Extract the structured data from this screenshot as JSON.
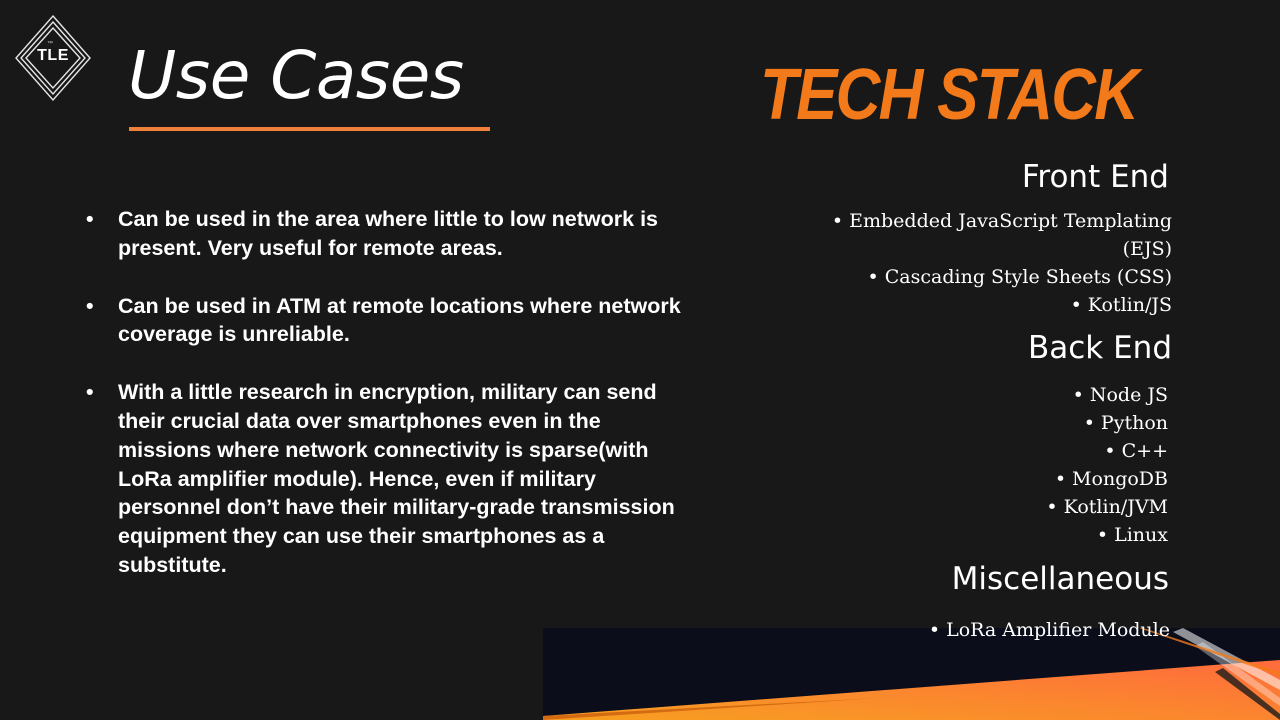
{
  "logo": {
    "text": "TLE",
    "mark": "™"
  },
  "title": "Use Cases",
  "use_cases": [
    {
      "bullet": "•",
      "text": "Can be used in the area where little to low network is present. Very useful for remote areas."
    },
    {
      "bullet": "•",
      "text": "Can be used in ATM at remote locations where network coverage is unreliable."
    },
    {
      "bullet": "•",
      "text": "With a little research in encryption, military can send their crucial data over smartphones even in the missions where network connectivity is sparse(with LoRa amplifier module). Hence, even if military personnel don’t have their military-grade transmission equipment they can use their smartphones as a substitute."
    }
  ],
  "tech_stack": {
    "title": "TECH STACK",
    "front_end": {
      "heading": "Front End",
      "items": [
        "• Embedded JavaScript Templating",
        "(EJS)",
        "• Cascading Style Sheets (CSS)",
        "• Kotlin/JS"
      ]
    },
    "back_end": {
      "heading": "Back End",
      "items": [
        "• Node JS",
        "• Python",
        "• C++",
        "• MongoDB",
        "• Kotlin/JVM",
        "• Linux"
      ]
    },
    "misc": {
      "heading": "Miscellaneous",
      "items": [
        "• LoRa Amplifier Module"
      ]
    }
  },
  "colors": {
    "background": "#181818",
    "accent": "#f0813a",
    "tech_title": "#f27a1a"
  }
}
